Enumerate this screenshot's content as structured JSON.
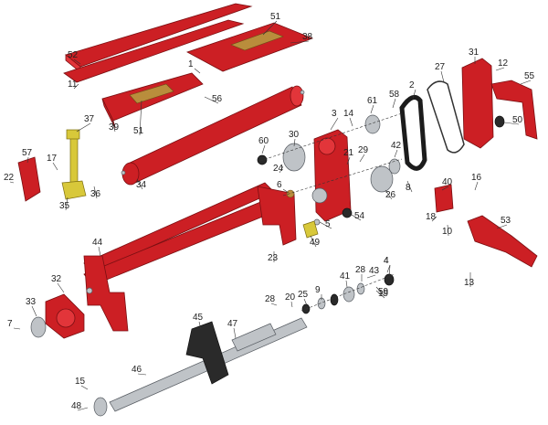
{
  "diagram": {
    "part_numbers": [
      "1",
      "2",
      "4",
      "4",
      "5",
      "6",
      "7",
      "8",
      "9",
      "10",
      "11",
      "12",
      "13",
      "14",
      "15",
      "16",
      "17",
      "18",
      "19",
      "20",
      "21",
      "22",
      "23",
      "24",
      "25",
      "26",
      "27",
      "28",
      "28",
      "29",
      "30",
      "31",
      "32",
      "33",
      "34",
      "35",
      "36",
      "37",
      "38",
      "39",
      "40",
      "41",
      "42",
      "43",
      "44",
      "45",
      "46",
      "47",
      "48",
      "49",
      "50",
      "51",
      "51",
      "52",
      "53",
      "54",
      "55",
      "56",
      "57",
      "58",
      "59",
      "60",
      "61",
      "3"
    ]
  }
}
